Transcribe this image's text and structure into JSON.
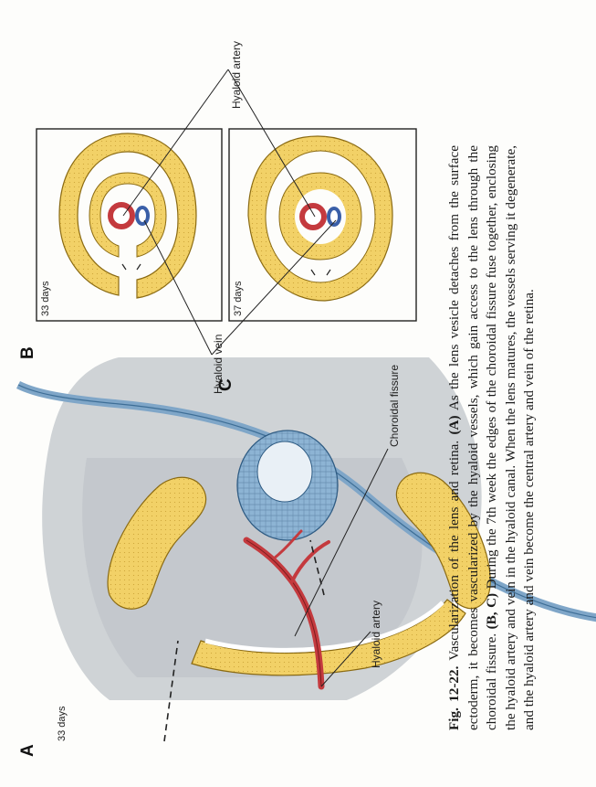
{
  "figure": {
    "panel_a": {
      "letter": "A",
      "days": "33 days",
      "label_hyaloid_artery": "Hyaloid artery",
      "label_choroidal_fissure": "Choroidal fissure"
    },
    "panel_b": {
      "letter": "B",
      "days": "33 days"
    },
    "panel_c": {
      "letter": "C",
      "days": "37 days"
    },
    "label_hyaloid_artery_bc": "Hyaloid artery",
    "label_hyaloid_vein": "Hyaloid vein",
    "colors": {
      "optic_cup": "#f2d167",
      "lens": "#8db4d4",
      "artery": "#c43a3e",
      "vein": "#3a5fa8",
      "ectoderm": "#7fa6c8"
    }
  },
  "caption": {
    "fig_label": "Fig. 12-22.",
    "part1": " Vascularization of the lens and retina. ",
    "a_label": "(A)",
    "part2": " As the lens vesicle detaches from the surface ectoderm, it becomes vascularized by the hyaloid vessels, which gain access to the lens through the choroidal fissure. ",
    "bc_label": "(B, C)",
    "part3": " During the 7th week the edges of the choroidal fissure fuse together, enclosing the hyaloid artery and vein in the hyaloid canal. When the lens matures, the vessels serving it degenerate, and the hyaloid artery and vein become the central artery and vein of the retina."
  }
}
